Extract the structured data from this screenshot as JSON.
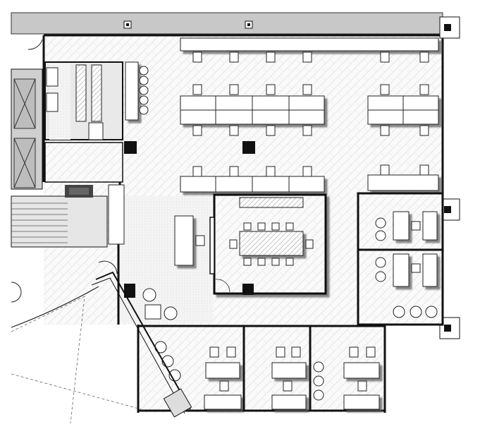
{
  "plan": {
    "kind": "office floor plan",
    "text_labels": [],
    "colors": {
      "background": "#ffffff",
      "wall": "#111111",
      "exterior_band": "#c8c8c8",
      "floor_pattern_line": "#e0e0e0",
      "service_core": "#cfcfcf",
      "furniture_fill": "#ffffff",
      "shadow": "#7a7a7a",
      "hatch": "#9a9a9a"
    },
    "rooms": [
      {
        "id": "open-office",
        "desks": 20
      },
      {
        "id": "conference-room",
        "chairs": 10
      },
      {
        "id": "reception"
      },
      {
        "id": "office-1"
      },
      {
        "id": "office-2"
      },
      {
        "id": "office-3"
      },
      {
        "id": "office-4"
      },
      {
        "id": "office-5"
      },
      {
        "id": "restrooms"
      },
      {
        "id": "elevators"
      },
      {
        "id": "stair"
      }
    ]
  }
}
